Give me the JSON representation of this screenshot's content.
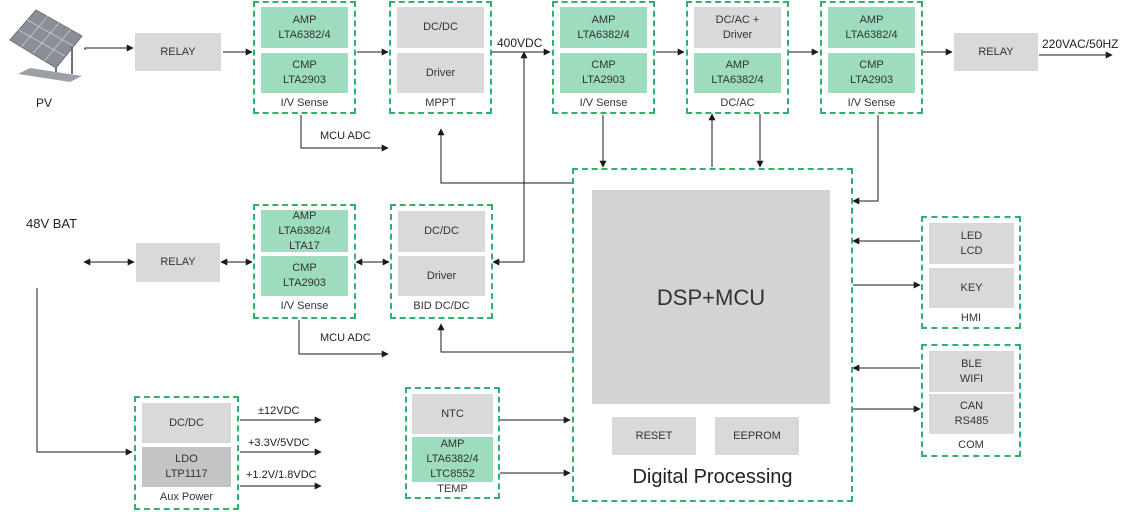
{
  "labels": {
    "pv": "PV",
    "bat48": "48V BAT",
    "vdc400": "400VDC",
    "vac220": "220VAC/50HZ",
    "mcu_adc_top": "MCU ADC",
    "mcu_adc_bottom": "MCU ADC",
    "v12": "±12VDC",
    "v33": "+3.3V/5VDC",
    "v12_18": "+1.2V/1.8VDC"
  },
  "relays": {
    "pv": "RELAY",
    "output": "RELAY",
    "battery": "RELAY"
  },
  "groups": {
    "iv1": {
      "label": "I/V Sense",
      "amp": "AMP\nLTA6382/4",
      "cmp": "CMP\nLTA2903"
    },
    "mppt": {
      "label": "MPPT",
      "top": "DC/DC",
      "bottom": "Driver"
    },
    "iv2": {
      "label": "I/V Sense",
      "amp": "AMP\nLTA6382/4",
      "cmp": "CMP\nLTA2903"
    },
    "dcac": {
      "label": "DC/AC",
      "top": "DC/AC +\nDriver",
      "bottom": "AMP\nLTA6382/4"
    },
    "iv3": {
      "label": "I/V Sense",
      "amp": "AMP\nLTA6382/4",
      "cmp": "CMP\nLTA2903"
    },
    "iv4": {
      "label": "I/V Sense",
      "amp": "AMP\nLTA6382/4\nLTA17",
      "cmp": "CMP\nLTA2903"
    },
    "bid": {
      "label": "BID DC/DC",
      "top": "DC/DC",
      "bottom": "Driver"
    },
    "hmi": {
      "label": "HMI",
      "top": "LED\nLCD",
      "bottom": "KEY"
    },
    "com": {
      "label": "COM",
      "top": "BLE\nWIFI",
      "bottom": "CAN\nRS485"
    },
    "temp": {
      "label": "TEMP",
      "top": "NTC",
      "bottom": "AMP\nLTA6382/4\nLTC8552"
    },
    "aux": {
      "label": "Aux Power",
      "top": "DC/DC",
      "bottom": "LDO\nLTP1117"
    },
    "digital": {
      "label": "Digital Processing",
      "core": "DSP+MCU",
      "reset": "RESET",
      "eeprom": "EEPROM"
    }
  },
  "colors": {
    "border": "#2db36b",
    "green_fill": "#9ddcbc",
    "gray_fill": "#d9d9d9",
    "line": "#1a1a1a"
  },
  "icons": {
    "pv": "solar-panel-icon"
  }
}
